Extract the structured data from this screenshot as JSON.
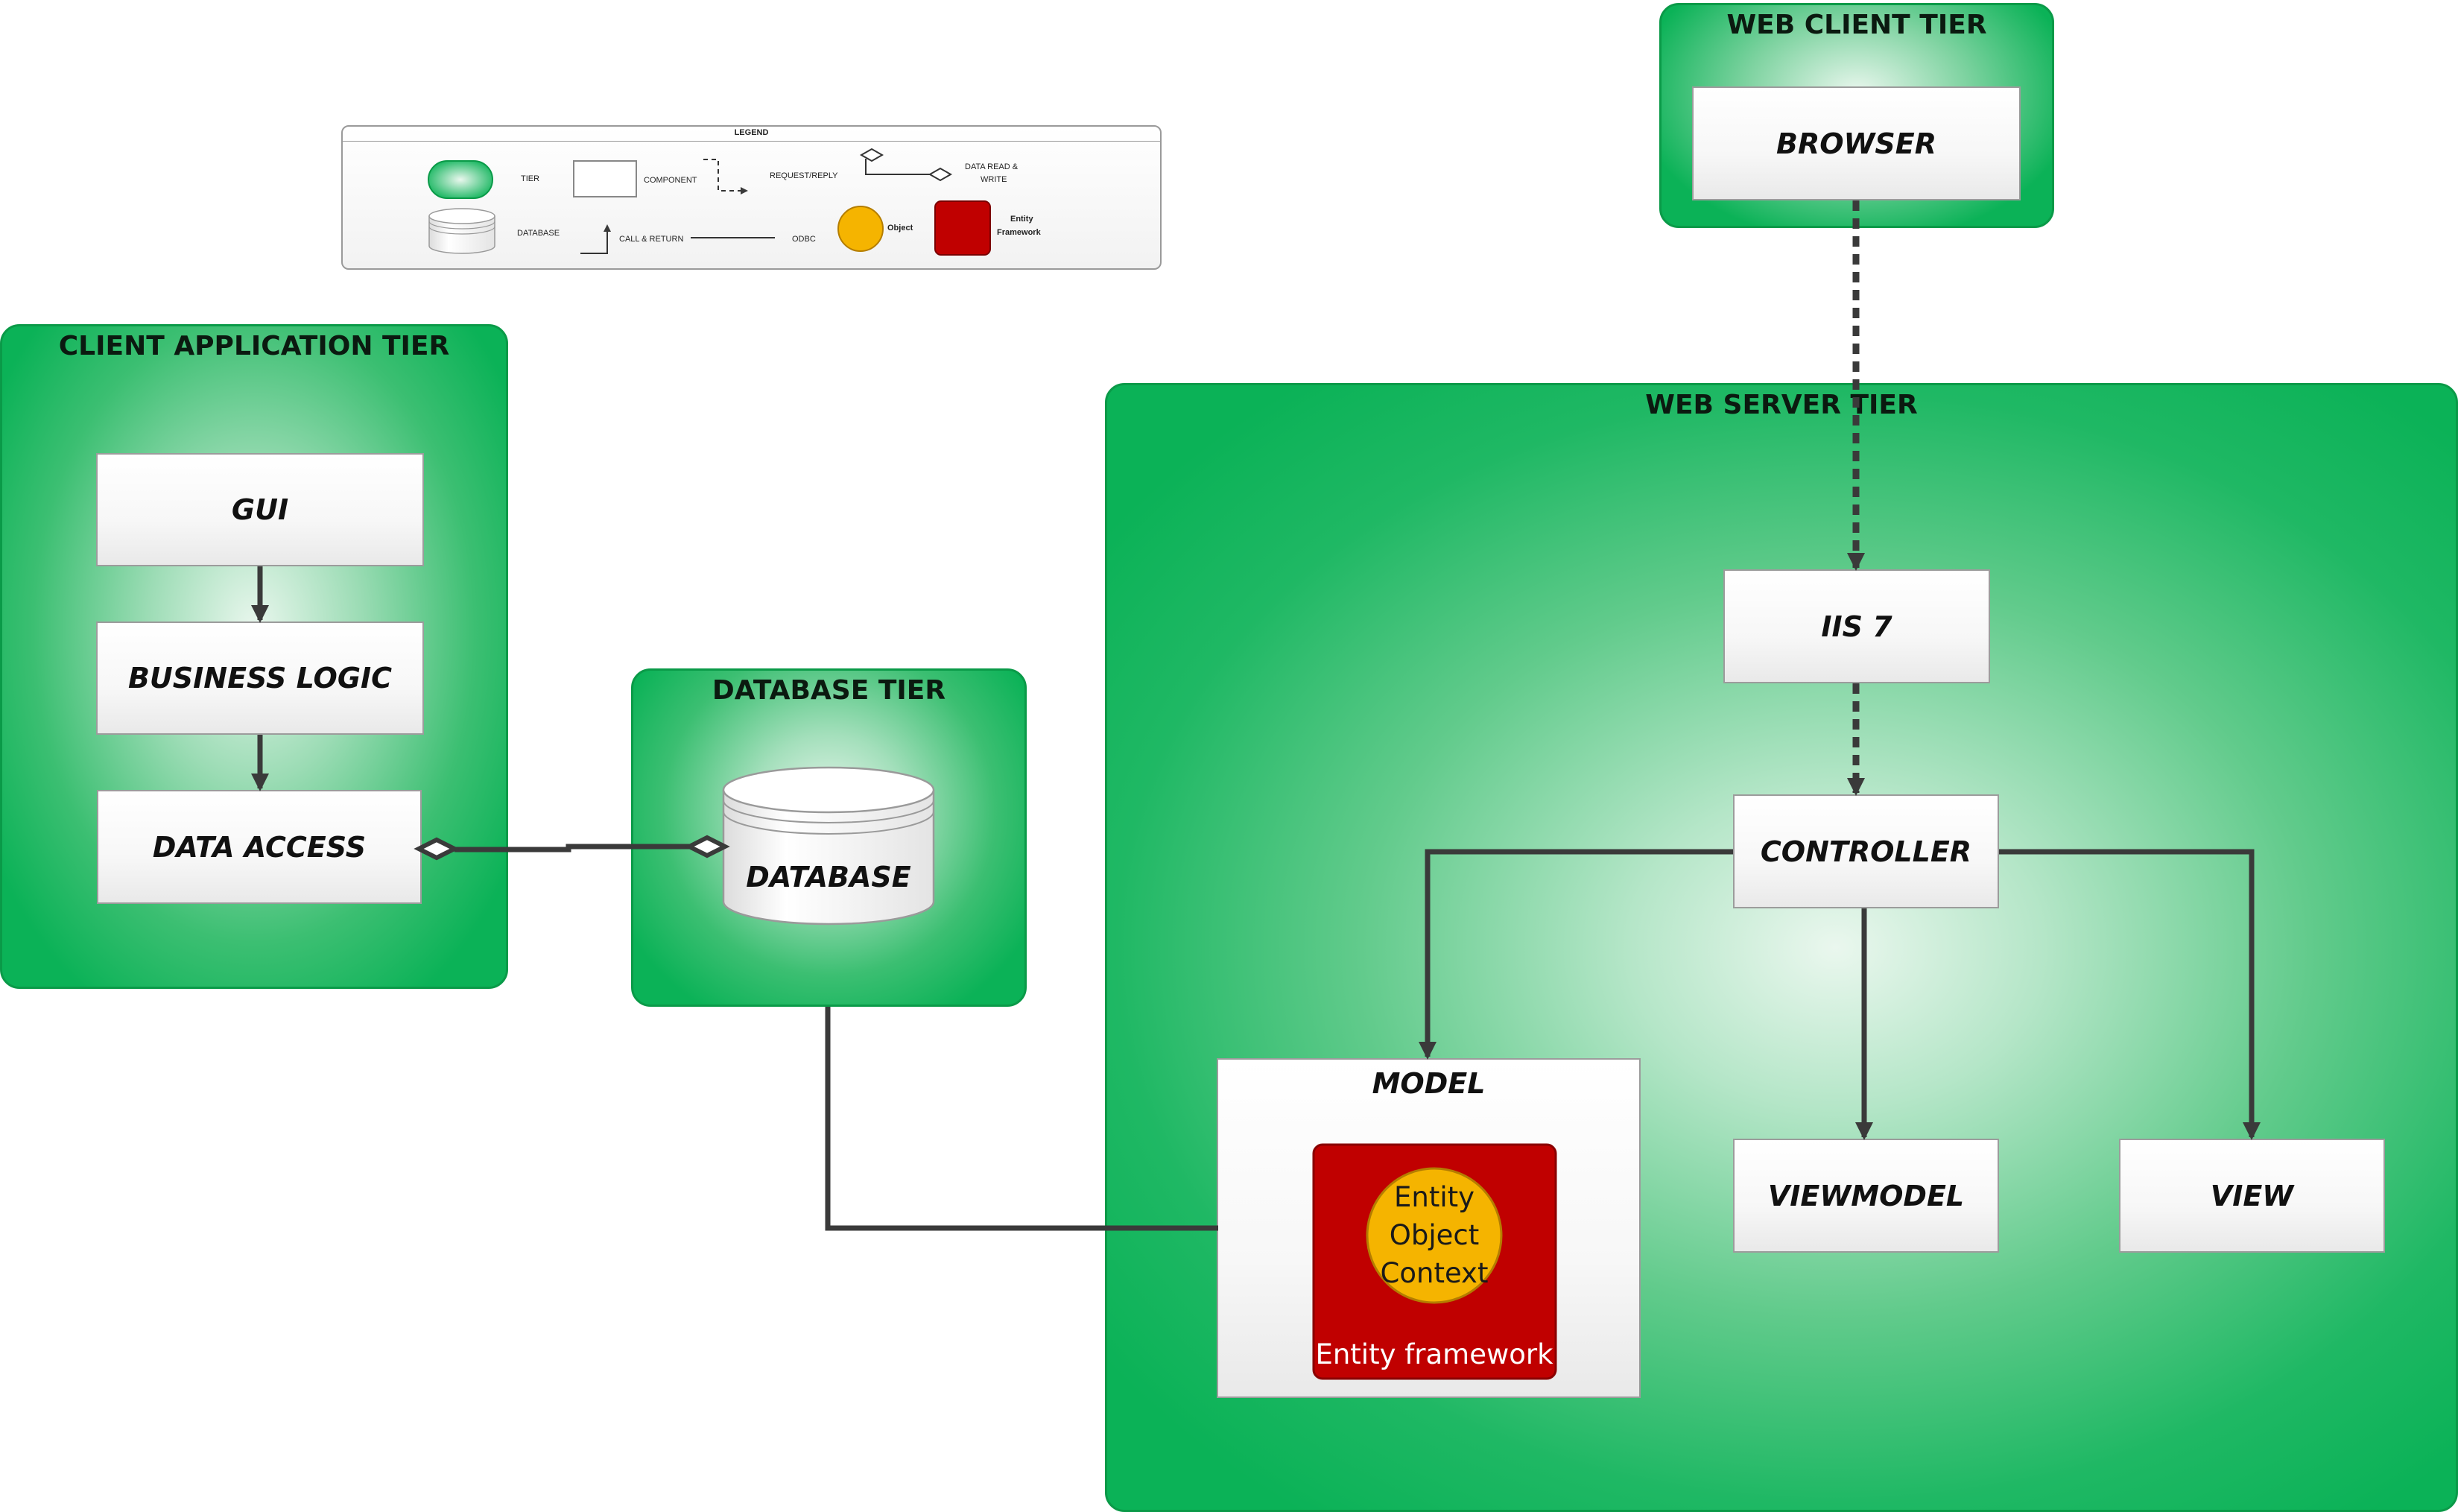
{
  "legend": {
    "title": "LEGEND",
    "tier": "TIER",
    "component": "COMPONENT",
    "request_reply": "REQUEST/REPLY",
    "data_read_write_1": "DATA READ &",
    "data_read_write_2": "WRITE",
    "database": "DATABASE",
    "call_return": "CALL & RETURN",
    "odbc": "ODBC",
    "object": "Object",
    "entity_framework_1": "Entity",
    "entity_framework_2": "Framework"
  },
  "tiers": {
    "client_application": "CLIENT APPLICATION TIER",
    "database": "DATABASE TIER",
    "web_client": "WEB CLIENT TIER",
    "web_server": "WEB SERVER TIER"
  },
  "components": {
    "gui": "GUI",
    "business_logic": "BUSINESS LOGIC",
    "data_access": "DATA ACCESS",
    "database": "DATABASE",
    "browser": "BROWSER",
    "iis": "IIS 7",
    "controller": "CONTROLLER",
    "model": "MODEL",
    "viewmodel": "VIEWMODEL",
    "view": "VIEW"
  },
  "entity_framework": {
    "object_line_1": "Entity",
    "object_line_2": "Object",
    "object_line_3": "Context",
    "label": "Entity framework"
  },
  "colors": {
    "tier_green": "#0bb257",
    "tier_center": "#eaf7ee",
    "entity_red": "#c00000",
    "object_orange": "#f5b400",
    "connector": "#3a3a3a"
  }
}
